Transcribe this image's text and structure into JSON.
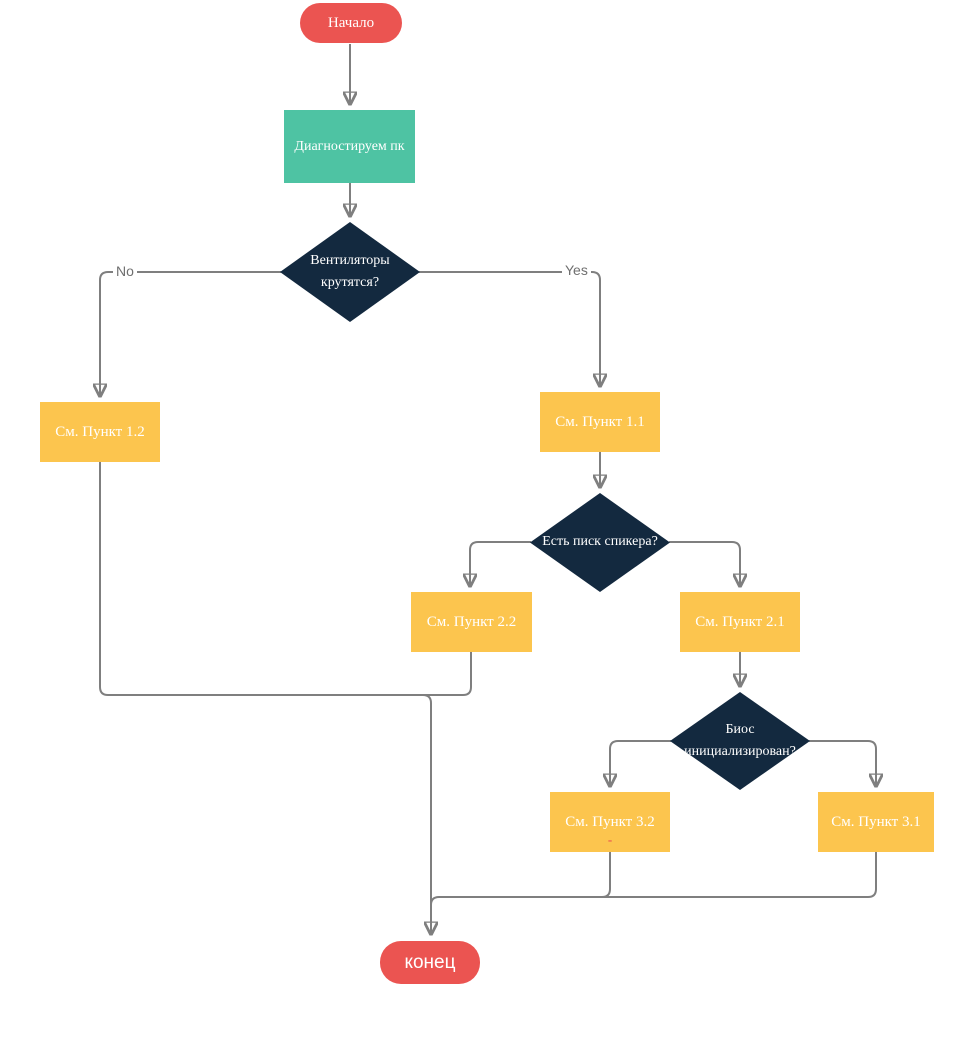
{
  "diagram": {
    "type": "flowchart",
    "nodes": {
      "start": {
        "label": "Начало",
        "shape": "terminator"
      },
      "process": {
        "label": "Диагностируем пк",
        "shape": "process"
      },
      "decision1": {
        "label": "Вентиляторы\nкрутятся?",
        "shape": "decision"
      },
      "point12": {
        "label": "См. Пункт 1.2",
        "shape": "process"
      },
      "point11": {
        "label": "См. Пункт 1.1",
        "shape": "process"
      },
      "decision2": {
        "label": "Есть писк спикера?",
        "shape": "decision"
      },
      "point22": {
        "label": "См. Пункт 2.2",
        "shape": "process"
      },
      "point21": {
        "label": "См. Пункт 2.1",
        "shape": "process"
      },
      "decision3": {
        "label": "Биос\nинициализирован?",
        "shape": "decision"
      },
      "point32": {
        "label": "См. Пункт 3.2",
        "sublabel": "-",
        "shape": "process"
      },
      "point31": {
        "label": "См. Пункт 3.1",
        "shape": "process"
      },
      "end": {
        "label": "конец",
        "shape": "terminator"
      }
    },
    "edge_labels": {
      "no": "No",
      "yes": "Yes"
    },
    "colors": {
      "red": "#eb5451",
      "teal": "#4ec3a3",
      "navy": "#13293f",
      "yellow": "#fcc54e",
      "line": "#7f7f7f",
      "labelgray": "#6f6f6f",
      "nodetext": "#ffffff",
      "bg": "#ffffff"
    }
  }
}
